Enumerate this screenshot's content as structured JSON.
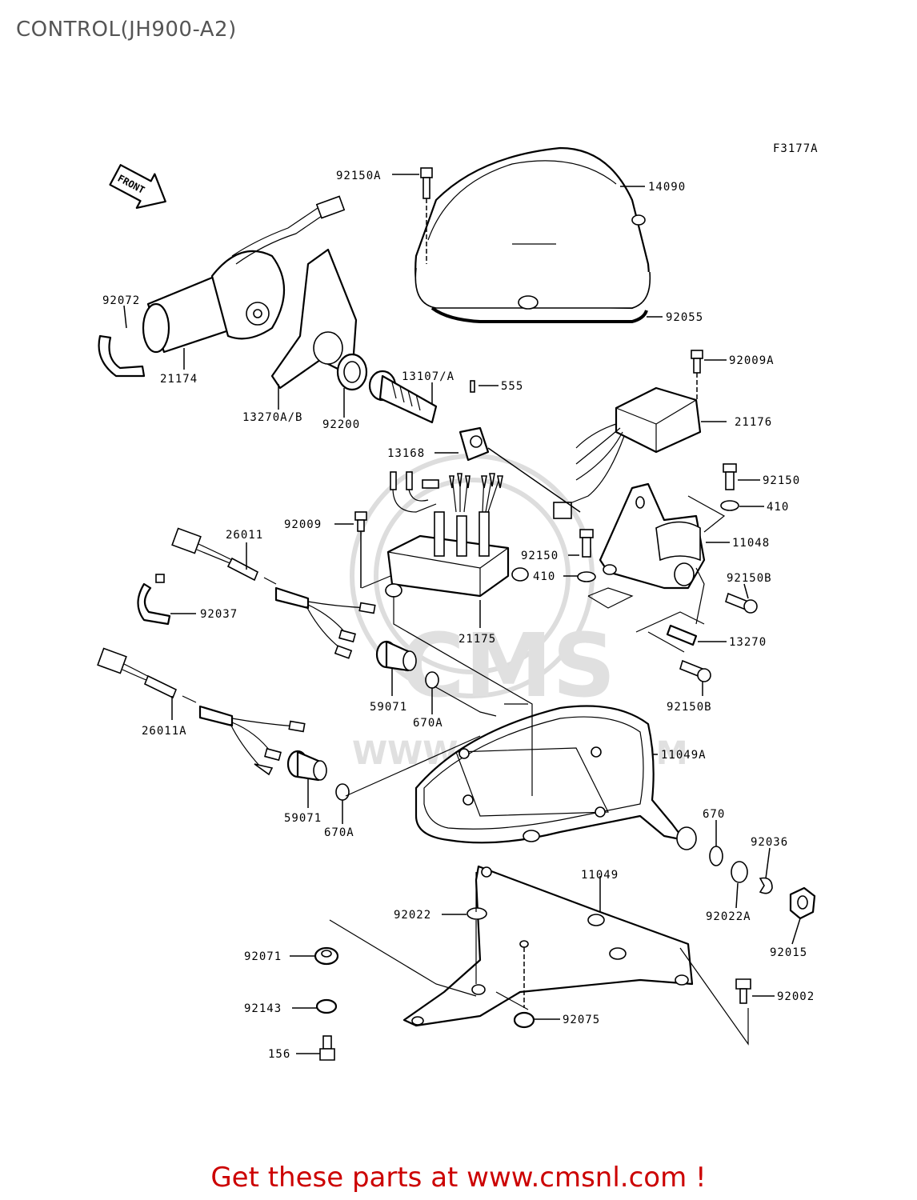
{
  "title": "CONTROL(JH900-A2)",
  "figure_code": "F3177A",
  "front_label": "FRONT",
  "footer": "Get these parts at www.cmsnl.com !",
  "watermark": {
    "logo": "CMS",
    "url": "WWW.CMSNL.COM"
  },
  "parts": {
    "p92150A": "92150A",
    "p14090": "14090",
    "p92072": "92072",
    "p92055": "92055",
    "p92009A": "92009A",
    "p21174": "21174",
    "p13107A": "13107/A",
    "p555": "555",
    "p13270AB": "13270A/B",
    "p92200": "92200",
    "p21176": "21176",
    "p13168": "13168",
    "p92150_r": "92150",
    "p410_r": "410",
    "p92009": "92009",
    "p26011": "26011",
    "p11048": "11048",
    "p92150_m": "92150",
    "p410_m": "410",
    "p92150B_a": "92150B",
    "p92037": "92037",
    "p21175": "21175",
    "p13270": "13270",
    "p59071_a": "59071",
    "p670A_a": "670A",
    "p92150B_b": "92150B",
    "p26011A": "26011A",
    "p11049A": "11049A",
    "p59071_b": "59071",
    "p670A_b": "670A",
    "p670": "670",
    "p92036": "92036",
    "p11049": "11049",
    "p92022": "92022",
    "p92022A": "92022A",
    "p92015": "92015",
    "p92071": "92071",
    "p92002": "92002",
    "p92075": "92075",
    "p92143": "92143",
    "p156": "156"
  }
}
